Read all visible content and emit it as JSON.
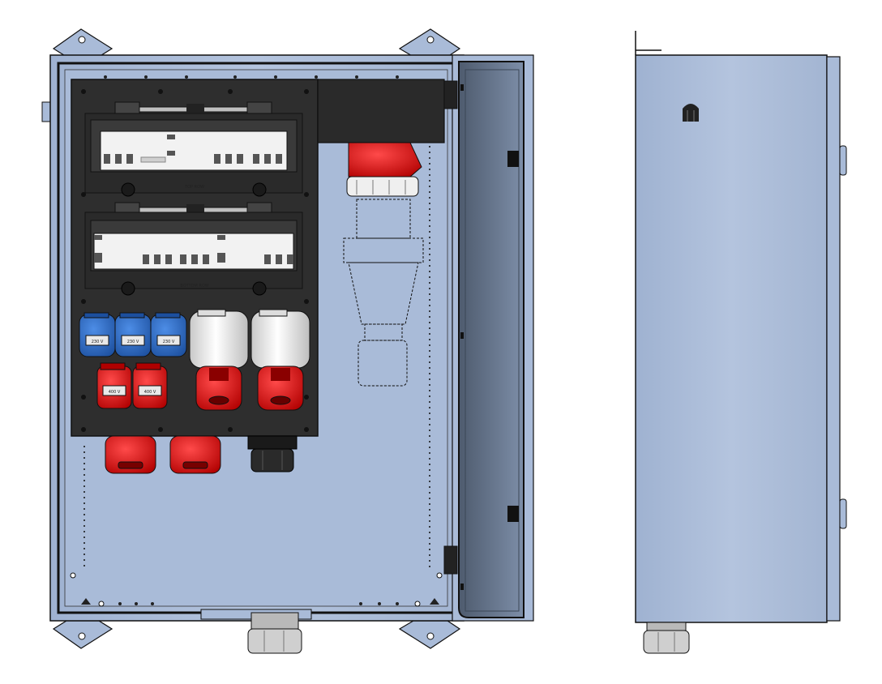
{
  "colors": {
    "enclosure": "#a9bbd8",
    "enclosure_dark": "#5f6f86",
    "panel": "#2e2e2e",
    "breaker_white": "#f2f2f2",
    "socket_blue": "#2f6fc8",
    "socket_red": "#e21b1b",
    "outline": "#111111"
  },
  "breaker_panels": [
    {
      "label": "TOP ROW"
    },
    {
      "label": "BOTTOM ROW"
    }
  ],
  "blue_socket_labels": [
    "230 V",
    "230 V",
    "230 V"
  ],
  "red_socket_labels": [
    "400 V",
    "400 V"
  ]
}
